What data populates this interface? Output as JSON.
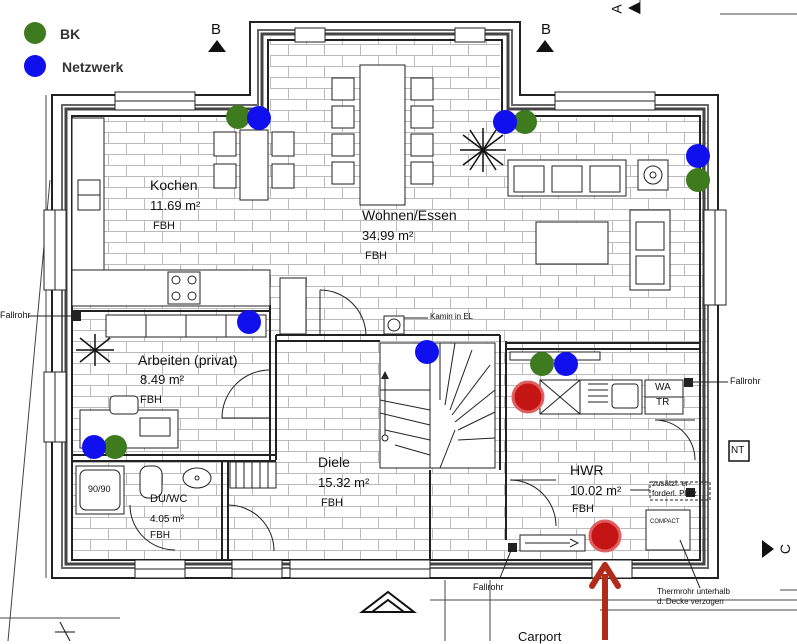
{
  "legend": {
    "items": [
      {
        "label": "BK",
        "color": "#3e7a1e"
      },
      {
        "label": "Netzwerk",
        "color": "#1010ee"
      }
    ]
  },
  "colors": {
    "bk": "#3e7a1e",
    "netzwerk": "#1010ee",
    "heating": "#c41414",
    "arrow": "#b22a1a"
  },
  "rooms": {
    "kochen": {
      "name": "Kochen",
      "area": "11.69 m²",
      "fbh": "FBH"
    },
    "wohnen": {
      "name": "Wohnen/Essen",
      "area": "34.99 m²",
      "fbh": "FBH"
    },
    "arbeiten": {
      "name": "Arbeiten (privat)",
      "area": "8.49 m²",
      "fbh": "FBH"
    },
    "diele": {
      "name": "Diele",
      "area": "15.32 m²",
      "fbh": "FBH"
    },
    "hwr": {
      "name": "HWR",
      "area": "10.02 m²",
      "fbh": "FBH"
    },
    "duwc": {
      "name": "DU/WC",
      "area": "4.05 m²",
      "fbh": "FBH"
    }
  },
  "annotations": {
    "section_b": "B",
    "section_a": "A",
    "section_c": "C",
    "fallrohr": "Fallrohr",
    "kamin": "Kamin in EL",
    "wa": "WA",
    "tr": "TR",
    "nt": "NT",
    "shower": "90/90",
    "hwr_note_1": "zusätzl. er-",
    "hwr_note_2": "forderl. Platz",
    "boiler": "COMPACT",
    "thermrohr_1": "Thermrohr unterhalb",
    "thermrohr_2": "d. Decke verzogen",
    "carport": "Carport"
  }
}
